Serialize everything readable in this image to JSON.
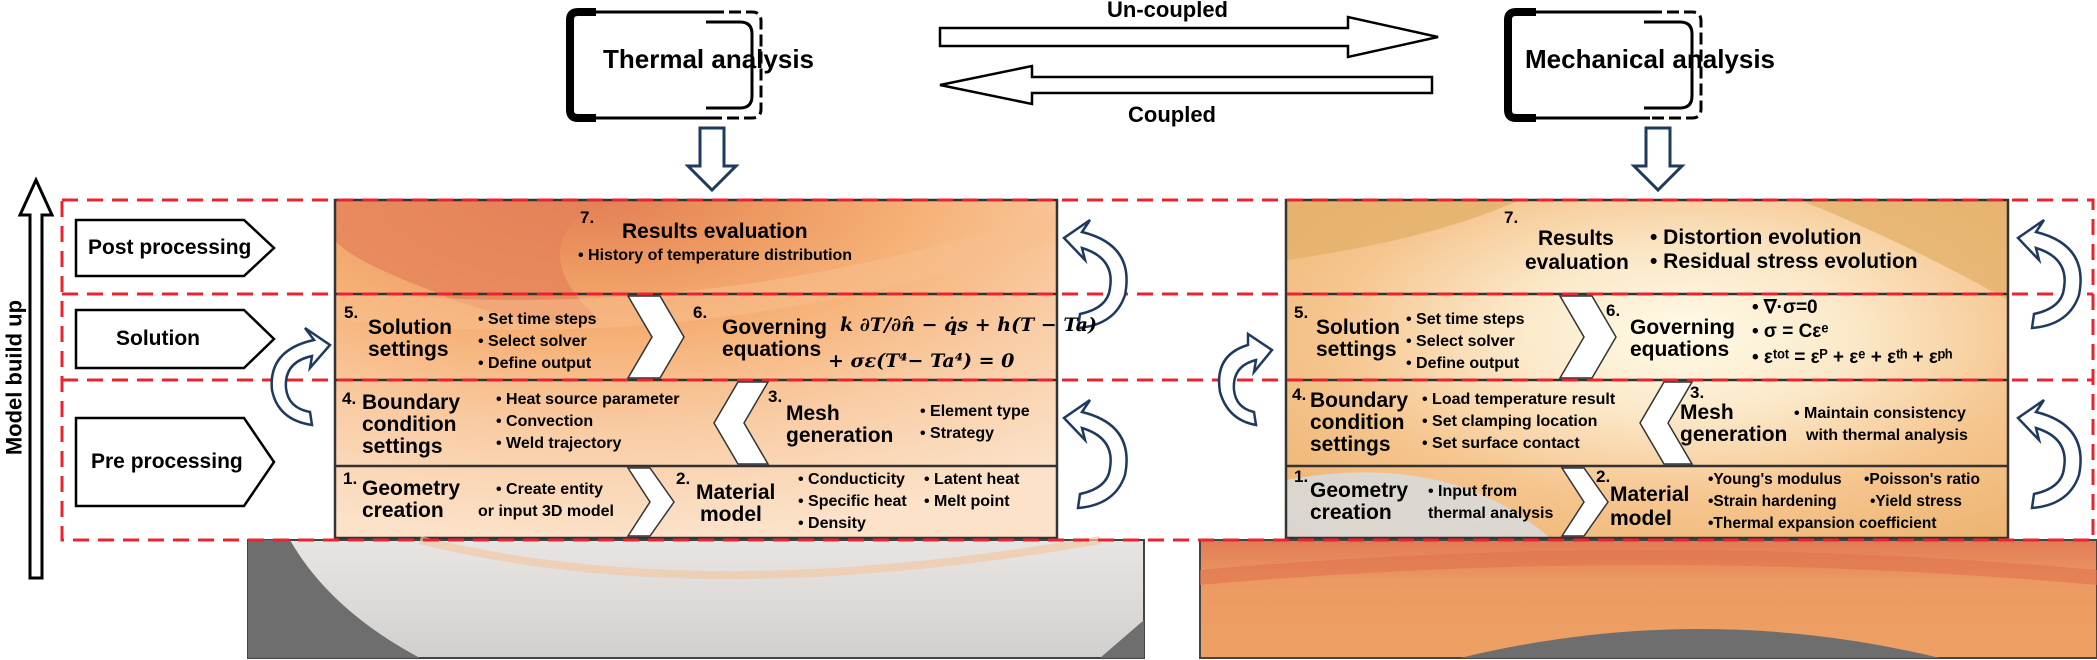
{
  "top": {
    "thermal": "Thermal analysis",
    "mechanical": "Mechanical analysis",
    "uncoupled": "Un-coupled",
    "coupled": "Coupled"
  },
  "side_label": "Model build up",
  "stages": {
    "post": "Post processing",
    "solution": "Solution",
    "pre": "Pre processing"
  },
  "left": {
    "s7": {
      "num": "7.",
      "title": "Results evaluation",
      "b1": "• History of temperature distribution"
    },
    "s5": {
      "num": "5.",
      "t1": "Solution",
      "t2": "settings",
      "b1": "• Set time steps",
      "b2": "• Select solver",
      "b3": "• Define output"
    },
    "s6": {
      "num": "6.",
      "t1": "Governing",
      "t2": "equations",
      "eq1": "k ∂T/∂n̂ − q̇s + h(T − Ta)",
      "eq2": "+ σε(T⁴− Ta⁴) = 0"
    },
    "s4": {
      "num": "4.",
      "t1": "Boundary",
      "t2": "condition",
      "t3": "settings",
      "b1": "• Heat source parameter",
      "b2": "• Convection",
      "b3": "• Weld trajectory"
    },
    "s3": {
      "num": "3.",
      "t1": "Mesh",
      "t2": "generation",
      "b1": "• Element type",
      "b2": "• Strategy"
    },
    "s1": {
      "num": "1.",
      "t1": "Geometry",
      "t2": "creation",
      "b1": "• Create entity",
      "b2": "or input 3D model"
    },
    "s2": {
      "num": "2.",
      "t1": "Material",
      "t2": "model",
      "b1": "• Conducticity",
      "b2": "• Latent heat",
      "b3": "• Specific heat",
      "b4": "• Melt point",
      "b5": "• Density"
    }
  },
  "right": {
    "s7": {
      "num": "7.",
      "t1": "Results",
      "t2": "evaluation",
      "b1": "• Distortion evolution",
      "b2": "• Residual stress evolution"
    },
    "s5": {
      "num": "5.",
      "t1": "Solution",
      "t2": "settings",
      "b1": "• Set time steps",
      "b2": "• Select solver",
      "b3": "• Define output"
    },
    "s6": {
      "num": "6.",
      "t1": "Governing",
      "t2": "equations",
      "eq1": "• ∇·σ=0",
      "eq2": "• σ = Cεᵉ",
      "eq3": "• εᵗᵒᵗ = εᴾ + εᵉ + εᵗʰ + εᵖʰ"
    },
    "s4": {
      "num": "4.",
      "t1": "Boundary",
      "t2": "condition",
      "t3": "settings",
      "b1": "• Load temperature result",
      "b2": "• Set clamping location",
      "b3": "• Set surface contact"
    },
    "s3": {
      "num": "3.",
      "t1": "Mesh",
      "t2": "generation",
      "b1": "• Maintain consistency",
      "b2": "with thermal analysis"
    },
    "s1": {
      "num": "1.",
      "t1": "Geometry",
      "t2": "creation",
      "b1": "• Input from",
      "b2": "thermal analysis"
    },
    "s2": {
      "num": "2.",
      "t1": "Material",
      "t2": "model",
      "b1": "•Young's modulus",
      "b2": "•Poisson's ratio",
      "b3": "•Strain hardening",
      "b4": "•Yield stress",
      "b5": "•Thermal expansion coefficient"
    }
  },
  "colors": {
    "dash_red": "#e8242f",
    "arrow_navy": "#1f3a5f",
    "orange_dark": "#e07a52",
    "orange_mid": "#f3a868",
    "orange_light": "#f9caa0",
    "grey_plate": "#d9d9d9"
  }
}
